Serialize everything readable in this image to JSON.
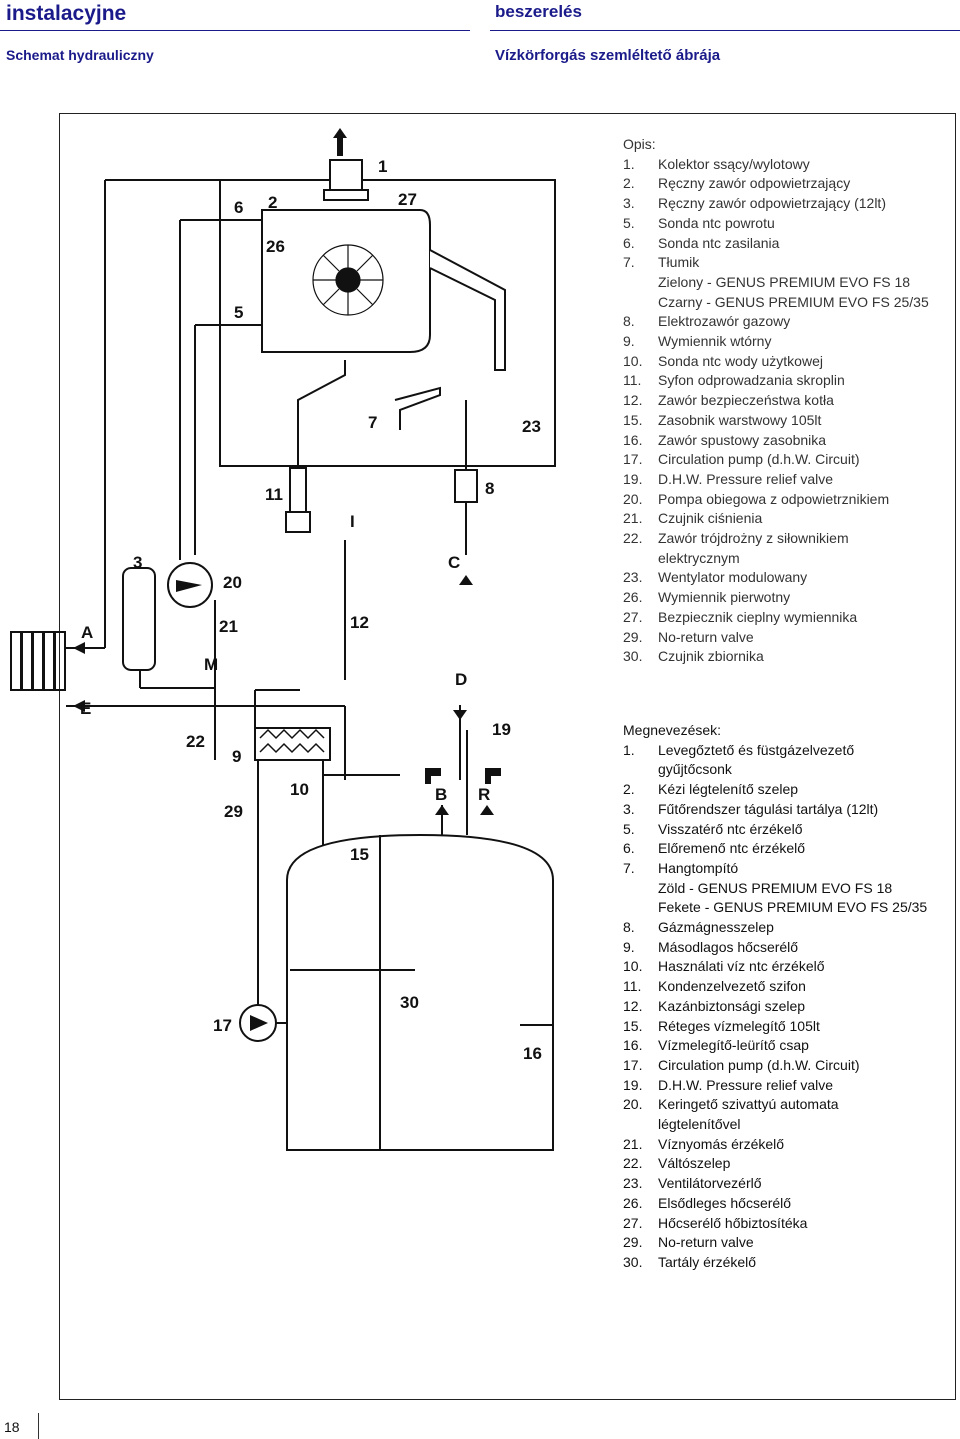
{
  "header": {
    "left_title": "instalacyjne",
    "right_title": "beszerelés",
    "left_subtitle": "Schemat hydrauliczny",
    "right_subtitle": "Vízkörforgás szemléltető ábrája"
  },
  "diagram_labels": {
    "n1": "1",
    "n2": "2",
    "n3": "3",
    "n5": "5",
    "n6": "6",
    "n7": "7",
    "n8": "8",
    "n9": "9",
    "n10": "10",
    "n11": "11",
    "n12": "12",
    "n15": "15",
    "n16": "16",
    "n17": "17",
    "n19": "19",
    "n20": "20",
    "n21": "21",
    "n22": "22",
    "n23": "23",
    "n26": "26",
    "n27": "27",
    "n29": "29",
    "n30": "30",
    "A": "A",
    "B": "B",
    "C": "C",
    "D": "D",
    "E": "E",
    "I": "I",
    "M": "M",
    "R": "R"
  },
  "legend_pl": {
    "title": "Opis:",
    "items": [
      {
        "num": "1.",
        "text": "Kolektor ssący/wylotowy"
      },
      {
        "num": "2.",
        "text": "Ręczny zawór odpowietrzający"
      },
      {
        "num": "3.",
        "text": "Ręczny zawór odpowietrzający (12lt)"
      },
      {
        "num": "5.",
        "text": "Sonda ntc powrotu"
      },
      {
        "num": "6.",
        "text": "Sonda ntc zasilania"
      },
      {
        "num": "7.",
        "text": "Tłumik\nZielony - GENUS PREMIUM EVO FS 18\nCzarny - GENUS PREMIUM EVO FS 25/35"
      },
      {
        "num": "8.",
        "text": "Elektrozawór gazowy"
      },
      {
        "num": "9.",
        "text": "Wymiennik wtórny"
      },
      {
        "num": "10.",
        "text": "Sonda ntc wody użytkowej"
      },
      {
        "num": "11.",
        "text": "Syfon odprowadzania skroplin"
      },
      {
        "num": "12.",
        "text": "Zawór bezpieczeństwa kotła"
      },
      {
        "num": "15.",
        "text": "Zasobnik warstwowy 105lt"
      },
      {
        "num": "16.",
        "text": "Zawór spustowy zasobnika"
      },
      {
        "num": "17.",
        "text": "Circulation pump (d.h.W. Circuit)"
      },
      {
        "num": "19.",
        "text": "D.H.W. Pressure relief valve"
      },
      {
        "num": "20.",
        "text": "Pompa obiegowa z odpowietrznikiem"
      },
      {
        "num": "21.",
        "text": "Czujnik ciśnienia"
      },
      {
        "num": "22.",
        "text": "Zawór trójdrożny z siłownikiem\nelektrycznym"
      },
      {
        "num": "23.",
        "text": "Wentylator modulowany"
      },
      {
        "num": "26.",
        "text": "Wymiennik pierwotny"
      },
      {
        "num": "27.",
        "text": "Bezpiecznik cieplny wymiennika"
      },
      {
        "num": "29.",
        "text": "No-return valve"
      },
      {
        "num": "30.",
        "text": "Czujnik zbiornika"
      }
    ]
  },
  "legend_hu": {
    "title": "Megnevezések:",
    "items": [
      {
        "num": "1.",
        "text": "Levegőztető és füstgázelvezető\ngyűjtőcsonk"
      },
      {
        "num": "2.",
        "text": "Kézi légtelenítő szelep"
      },
      {
        "num": "3.",
        "text": "Fűtőrendszer tágulási tartálya (12lt)"
      },
      {
        "num": "5.",
        "text": "Visszatérő ntc érzékelő"
      },
      {
        "num": "6.",
        "text": "Előremenő ntc érzékelő"
      },
      {
        "num": "7.",
        "text": "Hangtompító\nZöld - GENUS PREMIUM EVO FS 18\nFekete - GENUS PREMIUM EVO  FS 25/35"
      },
      {
        "num": "8.",
        "text": "Gázmágnesszelep"
      },
      {
        "num": "9.",
        "text": "Másodlagos hőcserélő"
      },
      {
        "num": "10.",
        "text": "Használati víz ntc érzékelő"
      },
      {
        "num": "11.",
        "text": "Kondenzelvezető szifon"
      },
      {
        "num": "12.",
        "text": "Kazánbiztonsági szelep"
      },
      {
        "num": "15.",
        "text": "Réteges vízmelegítő 105lt"
      },
      {
        "num": "16.",
        "text": "Vízmelegítő-leürítő csap"
      },
      {
        "num": "17.",
        "text": "Circulation pump (d.h.W. Circuit)"
      },
      {
        "num": "19.",
        "text": "D.H.W. Pressure relief valve"
      },
      {
        "num": "20.",
        "text": "Keringető szivattyú automata\nlégtelenítővel"
      },
      {
        "num": "21.",
        "text": "Víznyomás érzékelő"
      },
      {
        "num": "22.",
        "text": "Váltószelep"
      },
      {
        "num": "23.",
        "text": "Ventilátorvezérlő"
      },
      {
        "num": "26.",
        "text": "Elsődleges hőcserélő"
      },
      {
        "num": "27.",
        "text": "Hőcserélő hőbiztosítéka"
      },
      {
        "num": "29.",
        "text": "No-return valve"
      },
      {
        "num": "30.",
        "text": "Tartály érzékelő"
      }
    ]
  },
  "page_number": "18"
}
